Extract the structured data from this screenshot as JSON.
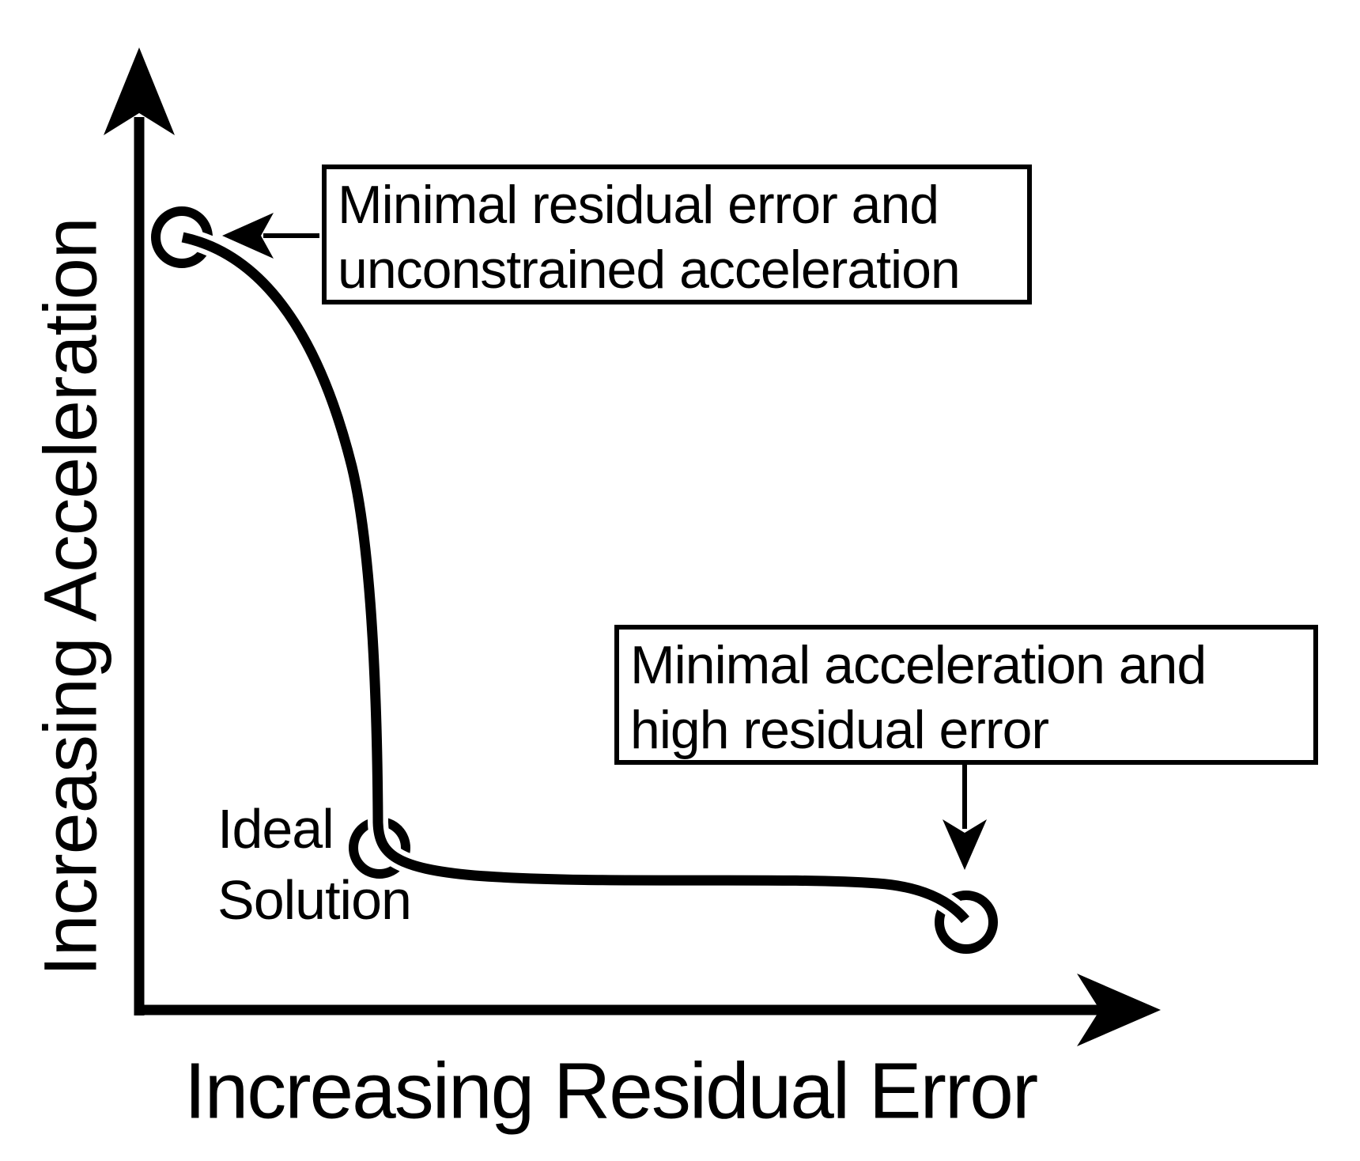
{
  "figure": {
    "y_axis_label": "Increasing Acceleration",
    "x_axis_label": "Increasing Residual Error",
    "boxes": {
      "top": {
        "lines": [
          "Minimal residual error and",
          "unconstrained acceleration"
        ]
      },
      "right": {
        "lines": [
          "Minimal acceleration and",
          "high residual error"
        ]
      }
    },
    "ideal_label": {
      "lines": [
        "Ideal",
        "Solution"
      ]
    },
    "colors": {
      "ink": "#000000",
      "background": "#ffffff"
    }
  },
  "chart_data": {
    "type": "line",
    "title": "",
    "xlabel": "Increasing Residual Error",
    "ylabel": "Increasing Acceleration",
    "qualitative": true,
    "description": "Conceptual L-curve trade-off between residual error and acceleration; axes are unlabeled magnitude arrows, no grid, no ticks",
    "grid": false,
    "legend": false,
    "points": [
      {
        "label": "Minimal residual error and unconstrained acceleration",
        "x": "minimal residual error",
        "y": "high (unconstrained) acceleration",
        "marker": "open-circle"
      },
      {
        "label": "Ideal Solution",
        "x": "low residual error",
        "y": "low acceleration",
        "marker": "open-circle"
      },
      {
        "label": "Minimal acceleration and high residual error",
        "x": "high residual error",
        "y": "minimal acceleration",
        "marker": "open-circle"
      }
    ]
  }
}
